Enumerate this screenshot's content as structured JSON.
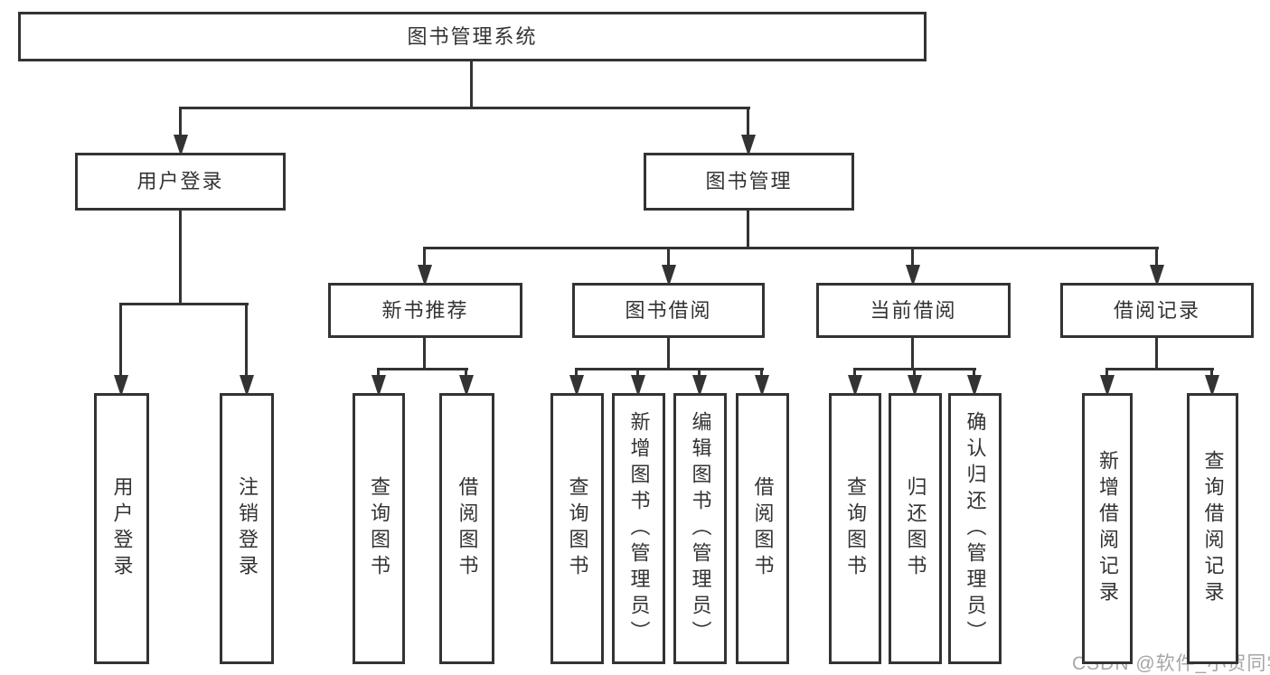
{
  "tree": {
    "label": "图书管理系统",
    "children": [
      {
        "label": "用户登录",
        "children": [
          {
            "label": "用户登录"
          },
          {
            "label": "注销登录"
          }
        ]
      },
      {
        "label": "图书管理",
        "children": [
          {
            "label": "新书推荐",
            "children": [
              {
                "label": "查询图书"
              },
              {
                "label": "借阅图书"
              }
            ]
          },
          {
            "label": "图书借阅",
            "children": [
              {
                "label": "查询图书"
              },
              {
                "label": "新增图书（管理员）"
              },
              {
                "label": "编辑图书（管理员）"
              },
              {
                "label": "借阅图书"
              }
            ]
          },
          {
            "label": "当前借阅",
            "children": [
              {
                "label": "查询图书"
              },
              {
                "label": "归还图书"
              },
              {
                "label": "确认归还（管理员）"
              }
            ]
          },
          {
            "label": "借阅记录",
            "children": [
              {
                "label": "新增借阅记录"
              },
              {
                "label": "查询借阅记录"
              }
            ]
          }
        ]
      }
    ]
  },
  "watermark": {
    "text": "CSDN @软件_小贺同学"
  },
  "colors": {
    "line": "#333333",
    "text": "#333333",
    "background": "#ffffff",
    "watermark": "#a6a6a6"
  }
}
